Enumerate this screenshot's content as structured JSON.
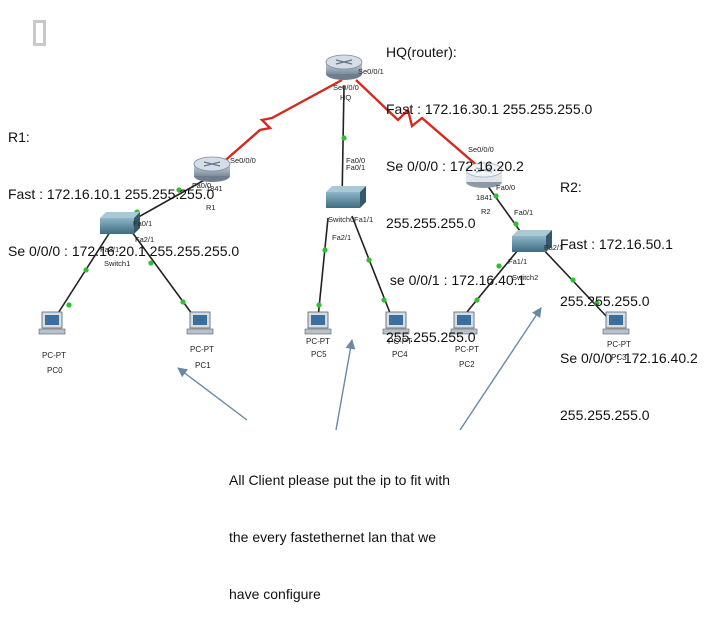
{
  "notes": {
    "hq": [
      "HQ(router):",
      "Fast : 172.16.30.1 255.255.255.0",
      "Se 0/0/0 : 172.16.20.2",
      "255.255.255.0",
      " se 0/0/1 : 172.16.40.1",
      "255.255.255.0"
    ],
    "r1": [
      "R1:",
      "Fast : 172.16.10.1 255.255.255.0",
      "Se 0/0/0 : 172.16.20.1 255.255.255.0"
    ],
    "r2": [
      "R2:",
      "Fast : 172.16.50.1",
      "255.255.255.0",
      "Se 0/0/0 : 172.16.40.2",
      "255.255.255.0"
    ],
    "client": [
      "All Client please put the ip to fit with",
      "the every fastethernet lan that we",
      "have configure"
    ]
  },
  "devices": {
    "hq": {
      "name": "HQ",
      "port_labels": [
        "Se0/0/0",
        "Se0/0/1",
        "Fa0/0"
      ]
    },
    "r1": {
      "model": "1841",
      "name": "R1",
      "port_labels": [
        "Se0/0/0",
        "Fa0/0"
      ]
    },
    "r2": {
      "model": "1841",
      "name": "R2",
      "port_labels": [
        "Se0/0/0",
        "Fa0/0"
      ]
    },
    "switch0": {
      "name": "Switch0",
      "port_labels": [
        "Fa0/1",
        "Fa1/1",
        "Fa2/1"
      ]
    },
    "switch1": {
      "name": "Switch1",
      "port_labels": [
        "Fa0/1",
        "Fa2/1",
        "Fa3/1"
      ]
    },
    "switch2": {
      "name": "Switch2",
      "port_labels": [
        "Fa0/1",
        "Fa1/1",
        "Fa2/1"
      ]
    },
    "pcs": [
      {
        "type": "PC-PT",
        "name": "PC0"
      },
      {
        "type": "PC-PT",
        "name": "PC1"
      },
      {
        "type": "PC-PT",
        "name": "PC5"
      },
      {
        "type": "PC-PT",
        "name": "PC4"
      },
      {
        "type": "PC-PT",
        "name": "PC2"
      },
      {
        "type": "PC-PT",
        "name": "PC3"
      }
    ]
  },
  "colors": {
    "serial_link": "#d42a1e",
    "ethernet_link": "#222222",
    "link_light": "#2ec02e",
    "annotation_arrow": "#6a87a8",
    "router": "#8a9aab",
    "switch": "#4f7f95"
  }
}
